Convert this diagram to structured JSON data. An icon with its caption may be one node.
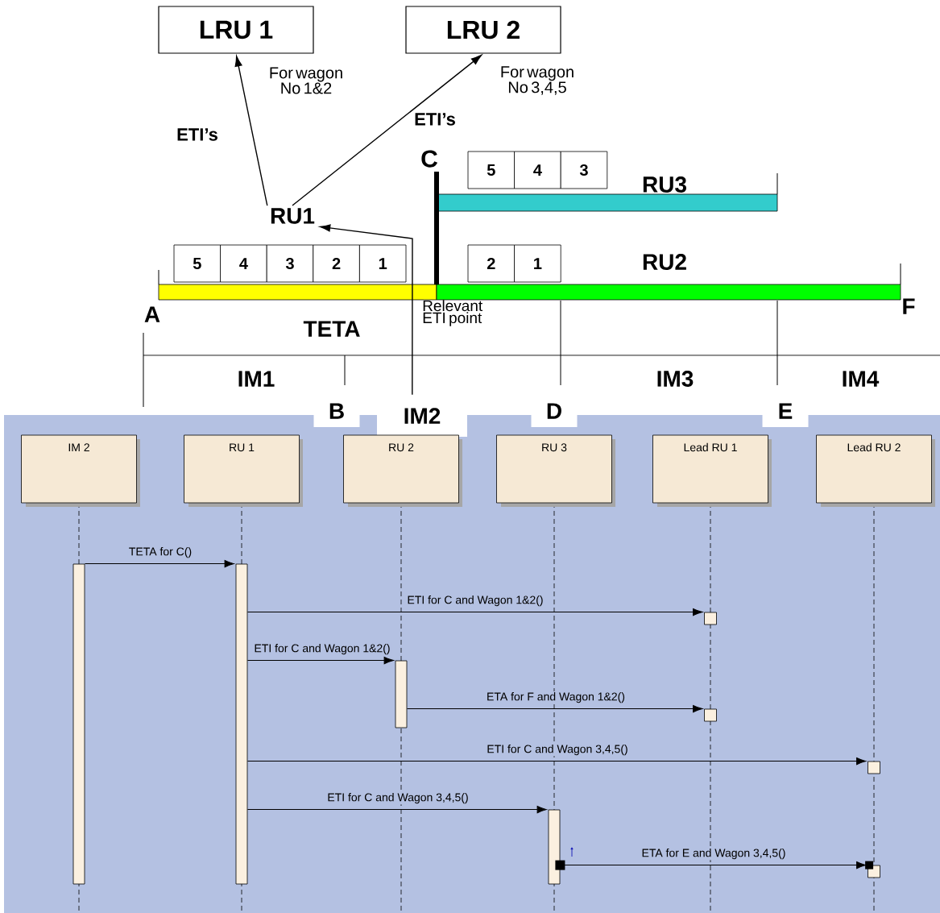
{
  "diagram": {
    "nodes": [
      {
        "text": [
          "LRU 1"
        ],
        "beside": [
          "For wagon No 1&2"
        ]
      },
      {
        "text": [
          "LRU 2"
        ],
        "beside": [
          "For wagon No 3,4,5"
        ]
      },
      {
        "text": [
          "RU1"
        ]
      },
      {
        "text": [
          "IM2"
        ]
      },
      {
        "text": [
          "5"
        ]
      },
      {
        "text": [
          "4"
        ]
      },
      {
        "text": [
          "3"
        ]
      },
      {
        "text": [
          "2"
        ]
      },
      {
        "text": [
          "1"
        ]
      },
      {
        "text": [
          "5"
        ]
      },
      {
        "text": [
          "4"
        ]
      },
      {
        "text": [
          "3"
        ]
      },
      {
        "text": [
          "2"
        ]
      },
      {
        "text": [
          "1"
        ]
      },
      {
        "text": [
          "IM 2"
        ]
      },
      {
        "text": [
          "RU 1"
        ]
      },
      {
        "text": [
          "RU 2"
        ]
      },
      {
        "text": [
          "RU 3"
        ]
      },
      {
        "text": [
          "Lead RU 1"
        ]
      },
      {
        "text": [
          "Lead RU 2"
        ]
      },
      {
        "text": [],
        "shape": "bar"
      },
      {
        "text": [],
        "shape": "bar"
      },
      {
        "text": [],
        "shape": "bar"
      },
      {
        "text": [],
        "shape": "bar"
      },
      {
        "text": [],
        "shape": "box"
      },
      {
        "text": [],
        "shape": "box"
      },
      {
        "text": [],
        "shape": "box"
      },
      {
        "text": [],
        "shape": "box"
      }
    ],
    "edges": [
      {
        "from": 2,
        "to": 0,
        "arrow": "to",
        "label": "ETI’s"
      },
      {
        "from": 2,
        "to": 1,
        "arrow": "to",
        "label": "ETI’s"
      },
      {
        "from": 3,
        "to": 2,
        "arrow": "to"
      },
      {
        "from": 20,
        "to": 21,
        "arrow": "to",
        "label": "TETA for C()"
      },
      {
        "from": 21,
        "to": 24,
        "arrow": "to",
        "label": "ETI for C and Wagon 1&2()"
      },
      {
        "from": 21,
        "to": 22,
        "arrow": "to",
        "label": "ETI for C and Wagon 1&2()"
      },
      {
        "from": 22,
        "to": 25,
        "arrow": "to",
        "label": "ETA for F and Wagon 1&2()"
      },
      {
        "from": 21,
        "to": 26,
        "arrow": "to",
        "label": "ETI for C and Wagon 3,4,5()"
      },
      {
        "from": 21,
        "to": 23,
        "arrow": "to",
        "label": "ETI for C and Wagon 3,4,5()"
      },
      {
        "from": 23,
        "to": 27,
        "arrow": "to",
        "label": "ETA for E and Wagon 3,4,5()"
      }
    ],
    "labels": [
      "C",
      "RU3",
      "RU2",
      "F",
      "A",
      "Relevant ETI point",
      "TETA",
      "IM1",
      "IM3",
      "IM4",
      "B",
      "D",
      "E"
    ]
  }
}
